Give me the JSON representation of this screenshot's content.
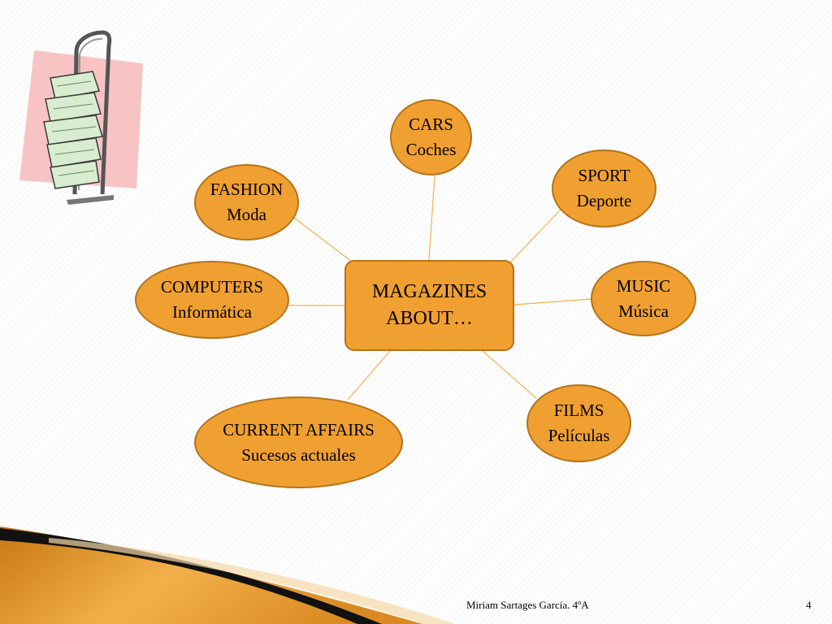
{
  "diagram": {
    "center": {
      "line1": "MAGAZINES",
      "line2": "ABOUT…"
    },
    "topics": [
      {
        "id": "cars",
        "en": "CARS",
        "es": "Coches"
      },
      {
        "id": "sport",
        "en": "SPORT",
        "es": "Deporte"
      },
      {
        "id": "fashion",
        "en": "FASHION",
        "es": "Moda"
      },
      {
        "id": "computers",
        "en": "COMPUTERS",
        "es": "Informática"
      },
      {
        "id": "music",
        "en": "MUSIC",
        "es": "Música"
      },
      {
        "id": "current-affairs",
        "en": "CURRENT AFFAIRS",
        "es": "Sucesos actuales"
      },
      {
        "id": "films",
        "en": "FILMS",
        "es": "Películas"
      }
    ]
  },
  "footer": {
    "author": "Miriam Sartages García.  4ºA",
    "page_number": "4"
  },
  "colors": {
    "node_fill": "#f0a030",
    "node_border": "#b4731c",
    "connector": "#f0b050",
    "accent_bar": "#e39a2a"
  },
  "icons": {
    "clipart": "magazine-rack-icon"
  }
}
